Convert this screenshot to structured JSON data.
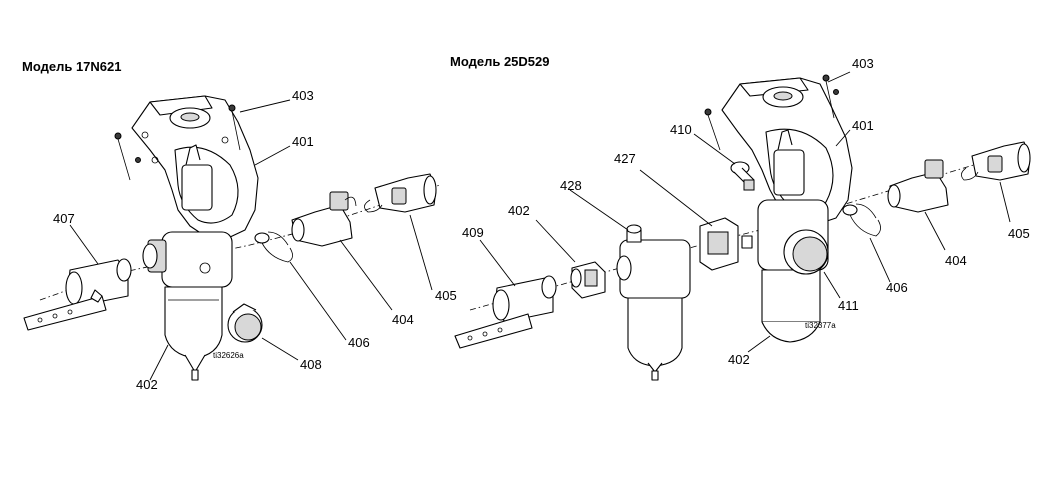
{
  "models": [
    {
      "title": "Модель 17N621",
      "figure_id": "ti32626a",
      "callouts": [
        "403",
        "401",
        "407",
        "405",
        "404",
        "406",
        "408",
        "402"
      ]
    },
    {
      "title": "Модель 25D529",
      "figure_id": "ti32377a",
      "callouts": [
        "403",
        "410",
        "401",
        "427",
        "428",
        "402",
        "409",
        "405",
        "404",
        "406",
        "411",
        "402"
      ]
    }
  ]
}
